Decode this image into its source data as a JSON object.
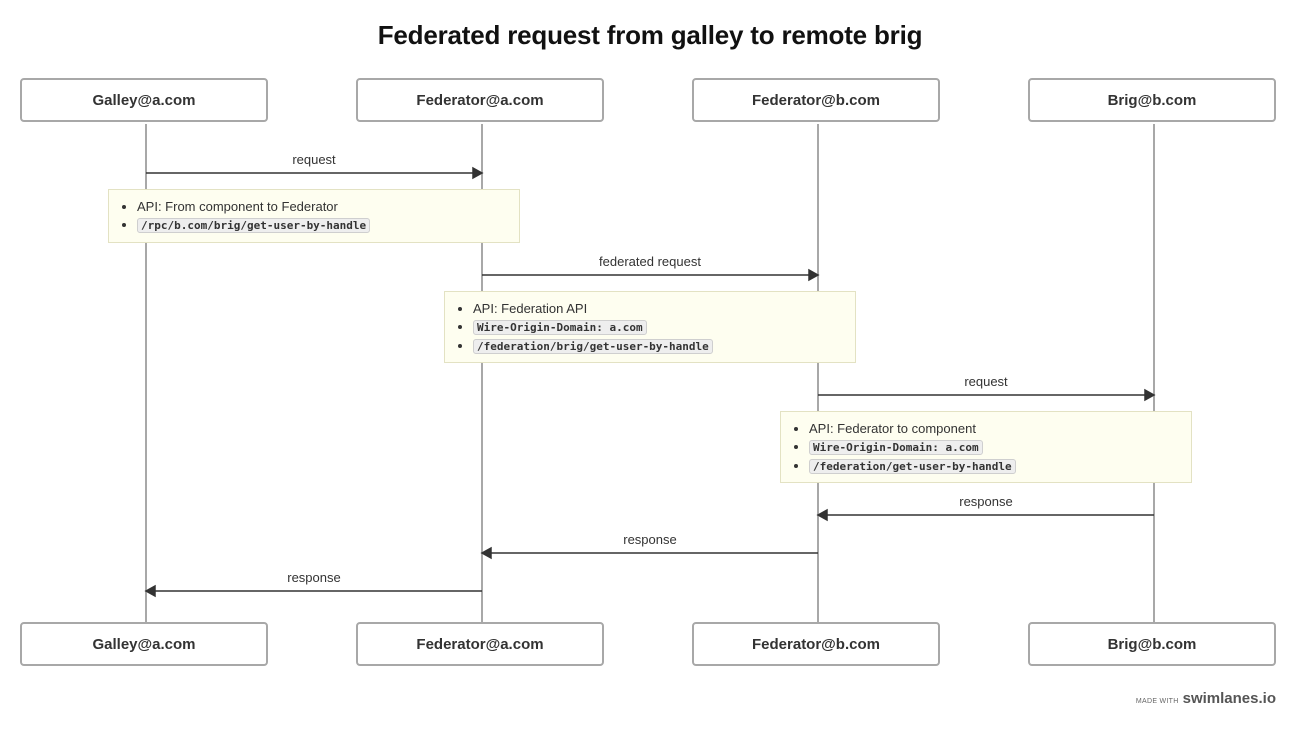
{
  "title": "Federated request from galley to remote brig",
  "actors": [
    "Galley@a.com",
    "Federator@a.com",
    "Federator@b.com",
    "Brig@b.com"
  ],
  "messages": [
    {
      "label": "request",
      "from": 0,
      "to": 1
    },
    {
      "label": "federated request",
      "from": 1,
      "to": 2
    },
    {
      "label": "request",
      "from": 2,
      "to": 3
    },
    {
      "label": "response",
      "from": 3,
      "to": 2
    },
    {
      "label": "response",
      "from": 2,
      "to": 1
    },
    {
      "label": "response",
      "from": 1,
      "to": 0
    }
  ],
  "notes": [
    {
      "items": [
        {
          "text": "API: From component to Federator",
          "code": false
        },
        {
          "text": "/rpc/b.com/brig/get-user-by-handle",
          "code": true
        }
      ]
    },
    {
      "items": [
        {
          "text": "API: Federation API",
          "code": false
        },
        {
          "text": "Wire-Origin-Domain: a.com",
          "code": true
        },
        {
          "text": "/federation/brig/get-user-by-handle",
          "code": true
        }
      ]
    },
    {
      "items": [
        {
          "text": "API: Federator to component",
          "code": false
        },
        {
          "text": "Wire-Origin-Domain: a.com",
          "code": true
        },
        {
          "text": "/federation/get-user-by-handle",
          "code": true
        }
      ]
    }
  ],
  "footer": {
    "made_with": "MADE WITH",
    "brand": "swimlanes.io"
  },
  "colors": {
    "lifeline": "#a8a8a8",
    "note_bg": "#fefef0",
    "arrow": "#333333"
  }
}
